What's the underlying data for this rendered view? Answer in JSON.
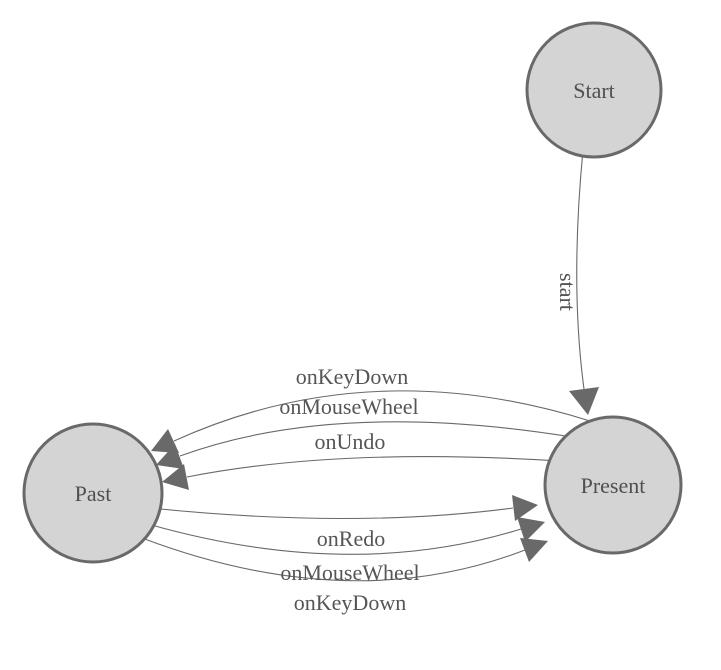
{
  "diagram": {
    "background": "#ffffff",
    "node_fill": "#d4d4d4",
    "node_stroke": "#696969",
    "edge_color": "#696969",
    "label_color": "#4f4f4f",
    "edge_label_color": "#555555"
  },
  "nodes": [
    {
      "id": "start",
      "label": "Start"
    },
    {
      "id": "present",
      "label": "Present"
    },
    {
      "id": "past",
      "label": "Past"
    }
  ],
  "edges": [
    {
      "from": "start",
      "to": "present",
      "label": "start"
    },
    {
      "from": "present",
      "to": "past",
      "label": "onKeyDown"
    },
    {
      "from": "present",
      "to": "past",
      "label": "onMouseWheel"
    },
    {
      "from": "present",
      "to": "past",
      "label": "onUndo"
    },
    {
      "from": "past",
      "to": "present",
      "label": "onRedo"
    },
    {
      "from": "past",
      "to": "present",
      "label": "onMouseWheel"
    },
    {
      "from": "past",
      "to": "present",
      "label": "onKeyDown"
    }
  ]
}
